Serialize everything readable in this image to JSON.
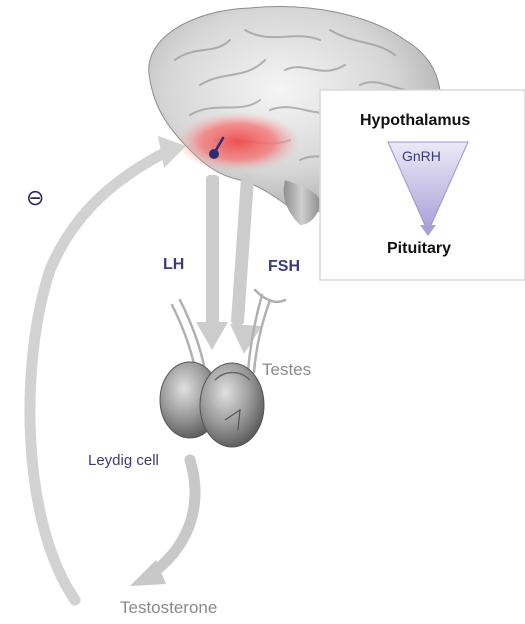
{
  "labels": {
    "inhibition_symbol": "⊖",
    "lh": "LH",
    "fsh": "FSH",
    "testes": "Testes",
    "leydig_cell": "Leydig cell",
    "testosterone": "Testosterone"
  },
  "inset": {
    "top": "Hypothalamus",
    "hormone": "GnRH",
    "bottom": "Pituitary"
  },
  "colors": {
    "hormone_text": "#3d3a78",
    "arrow_gray": "#c8c8c8",
    "hypothalamus_highlight": "#f07a7a",
    "gnrh_arrow": "#b9b3dc"
  }
}
